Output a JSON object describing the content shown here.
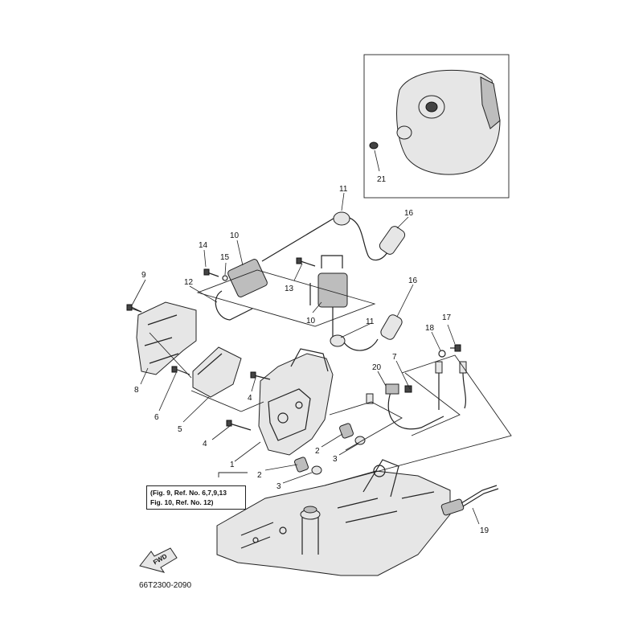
{
  "labels": {
    "l1": "1",
    "l2a": "2",
    "l2b": "2",
    "l3a": "3",
    "l3b": "3",
    "l4a": "4",
    "l4b": "4",
    "l5": "5",
    "l6": "6",
    "l7": "7",
    "l8": "8",
    "l9": "9",
    "l10a": "10",
    "l10b": "10",
    "l11a": "11",
    "l11b": "11",
    "l12": "12",
    "l13": "13",
    "l14": "14",
    "l15": "15",
    "l16a": "16",
    "l16b": "16",
    "l17": "17",
    "l18": "18",
    "l19": "19",
    "l20": "20",
    "l21": "21"
  },
  "note": {
    "line1": "(Fig. 9, Ref. No. 6,7,9,13",
    "line2": " Fig. 10, Ref. No. 12)"
  },
  "fwd_label": "FWD",
  "drawing_code": "66T2300-2090"
}
